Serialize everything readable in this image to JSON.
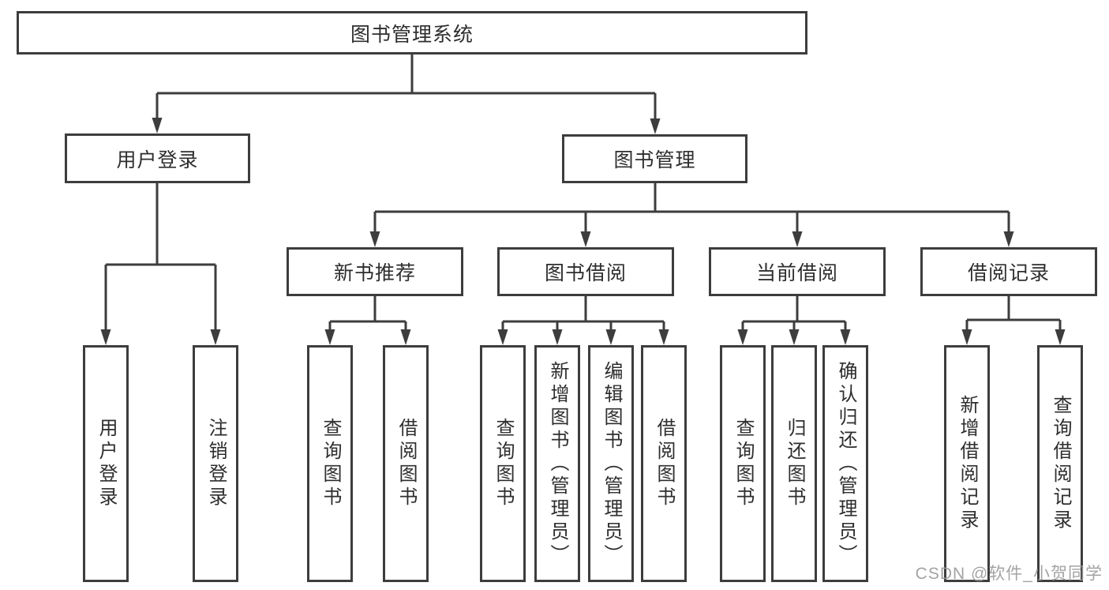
{
  "colors": {
    "line": "#3d3d3d",
    "text": "#2e2e2e",
    "watermark": "#9a9a9a"
  },
  "watermark": "CSDN @软件_小贺同学",
  "diagram": {
    "root": {
      "label": "图书管理系统"
    },
    "branches": [
      {
        "label": "用户登录",
        "leaves": [
          {
            "label": "用户登录"
          },
          {
            "label": "注销登录"
          }
        ]
      },
      {
        "label": "图书管理",
        "groups": [
          {
            "label": "新书推荐",
            "leaves": [
              {
                "label": "查询图书"
              },
              {
                "label": "借阅图书"
              }
            ]
          },
          {
            "label": "图书借阅",
            "leaves": [
              {
                "label": "查询图书"
              },
              {
                "label": "新增图书（管理员）"
              },
              {
                "label": "编辑图书（管理员）"
              },
              {
                "label": "借阅图书"
              }
            ]
          },
          {
            "label": "当前借阅",
            "leaves": [
              {
                "label": "查询图书"
              },
              {
                "label": "归还图书"
              },
              {
                "label": "确认归还（管理员）"
              }
            ]
          },
          {
            "label": "借阅记录",
            "leaves": [
              {
                "label": "新增借阅记录"
              },
              {
                "label": "查询借阅记录"
              }
            ]
          }
        ]
      }
    ]
  }
}
